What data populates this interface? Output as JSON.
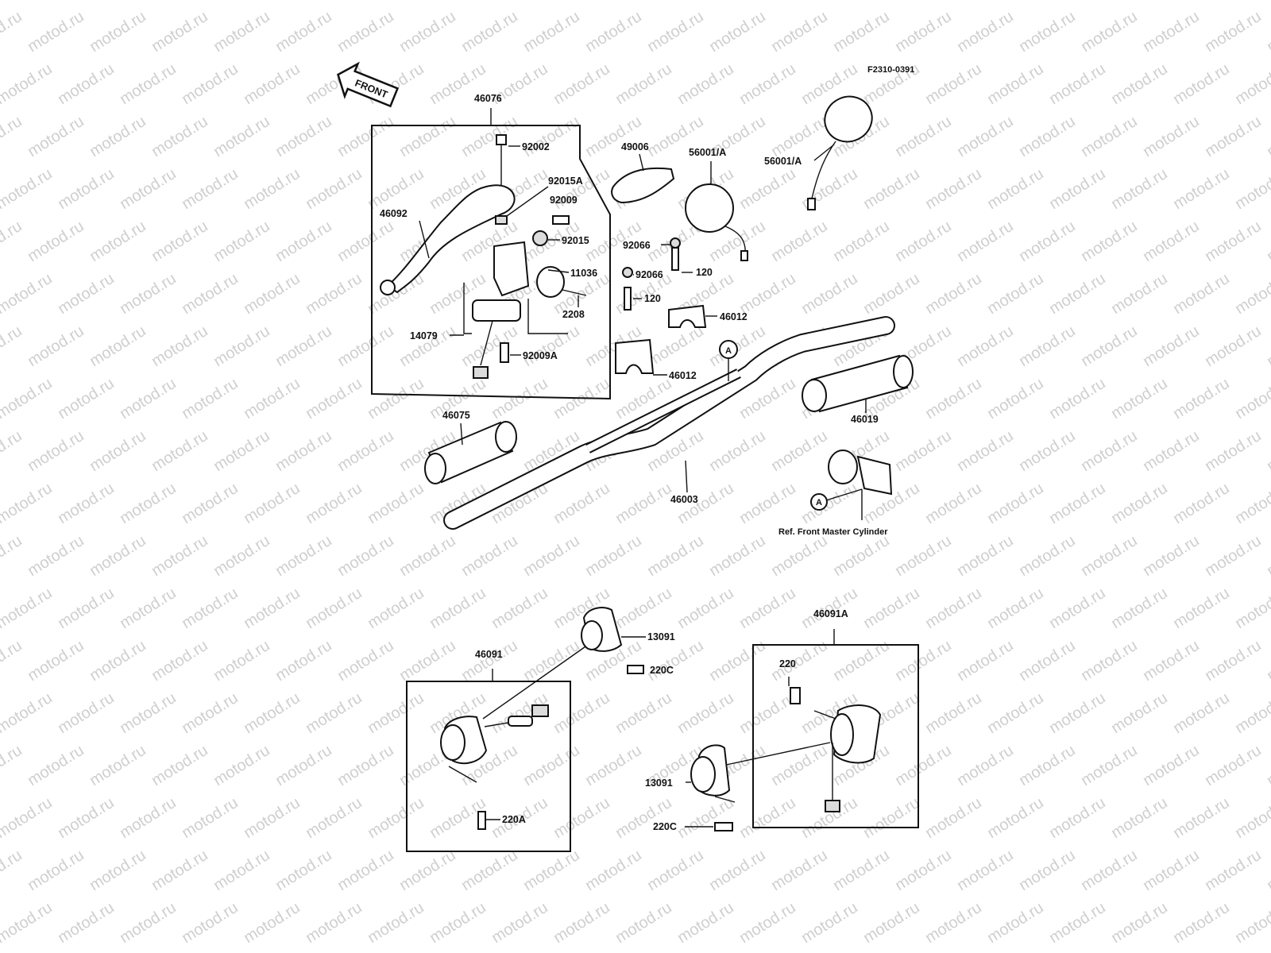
{
  "diagram_code": "F2310-0391",
  "front_arrow": {
    "label": "FRONT",
    "icon": "front-direction-arrow-icon"
  },
  "watermark": {
    "text": "motod.ru",
    "color": "#cfcfcf"
  },
  "reference_note": "Ref. Front Master Cylinder",
  "ref_marker": "A",
  "parts": {
    "p46076": "46076",
    "p92002": "92002",
    "p92015A": "92015A",
    "p92009": "92009",
    "p46092": "46092",
    "p92015": "92015",
    "p11036": "11036",
    "p2208": "2208",
    "p14079": "14079",
    "p92009A": "92009A",
    "p49006": "49006",
    "p56001A_left": "56001/A",
    "p56001A_right": "56001/A",
    "p92066_a": "92066",
    "p92066_b": "92066",
    "p120_a": "120",
    "p120_b": "120",
    "p46012_a": "46012",
    "p46012_b": "46012",
    "p46019": "46019",
    "p46075": "46075",
    "p46003": "46003",
    "p46091": "46091",
    "p13091_a": "13091",
    "p220C_a": "220C",
    "p220A": "220A",
    "p46091A": "46091A",
    "p220": "220",
    "p13091_b": "13091",
    "p220C_b": "220C"
  }
}
